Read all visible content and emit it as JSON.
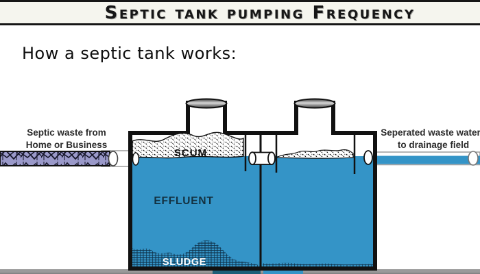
{
  "header": {
    "title": "Septic tank pumping Frequency"
  },
  "subtitle": "How a septic tank works:",
  "diagram": {
    "inlet_caption": {
      "line1": "Septic waste from",
      "line2": "Home or Business"
    },
    "outlet_caption": {
      "line1": "Seperated waste water",
      "line2": "to drainage field"
    },
    "scum_label": "SCUM",
    "effluent_label": "EFFLUENT",
    "sludge_label": "SLUDGE"
  },
  "colors": {
    "title_bar_bg": "#f5f5ee",
    "ink_black": "#161616",
    "water_blue": "#3494c7",
    "inlet_pipe_purple": "#9a99c9",
    "sludge_hatch_dark": "#0d3048",
    "effluent_text": "#13303f",
    "bottom_bar_gray": "#9a9a9a",
    "under_tank_teal": "#1d5f78"
  }
}
